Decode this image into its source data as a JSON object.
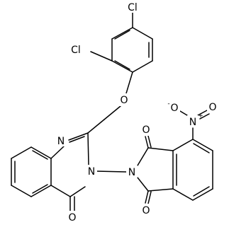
{
  "molecule": {
    "atoms": {
      "cl_top": "Cl",
      "cl_left": "Cl",
      "o_ether": "O",
      "n_quin_1": "N",
      "n_quin_3": "N",
      "o_quin": "O",
      "n_imide": "N",
      "o_imide_top": "O",
      "o_imide_bottom": "O",
      "n_nitro": "N",
      "o_nitro_minus": "O",
      "o_nitro_double": "O"
    },
    "charges": {
      "nitro_n": "+",
      "nitro_o": "-"
    }
  }
}
